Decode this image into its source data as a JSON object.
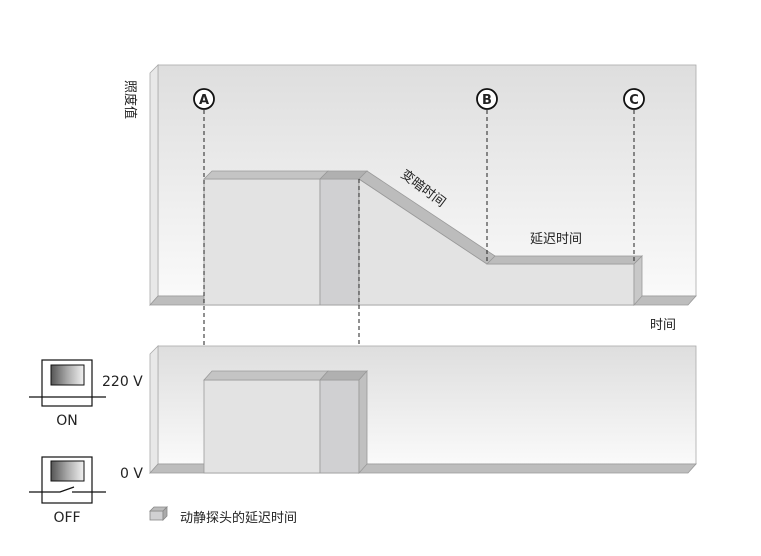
{
  "top_chart": {
    "y_label": "照度值",
    "x_label": "时间",
    "markers": [
      "A",
      "B",
      "C"
    ],
    "dimming_label": "变暗时间",
    "delay_label": "延迟时间"
  },
  "bottom_chart": {
    "high_label": "220 V",
    "low_label": "0 V"
  },
  "switches": {
    "on_label": "ON",
    "off_label": "OFF"
  },
  "legend": {
    "label": "动静探头的延迟时间"
  },
  "colors": {
    "panel": "#ececec",
    "step_front": "#e3e3e3",
    "delay_band": "#d0d0d2",
    "bevel": "#b9b9b9"
  }
}
